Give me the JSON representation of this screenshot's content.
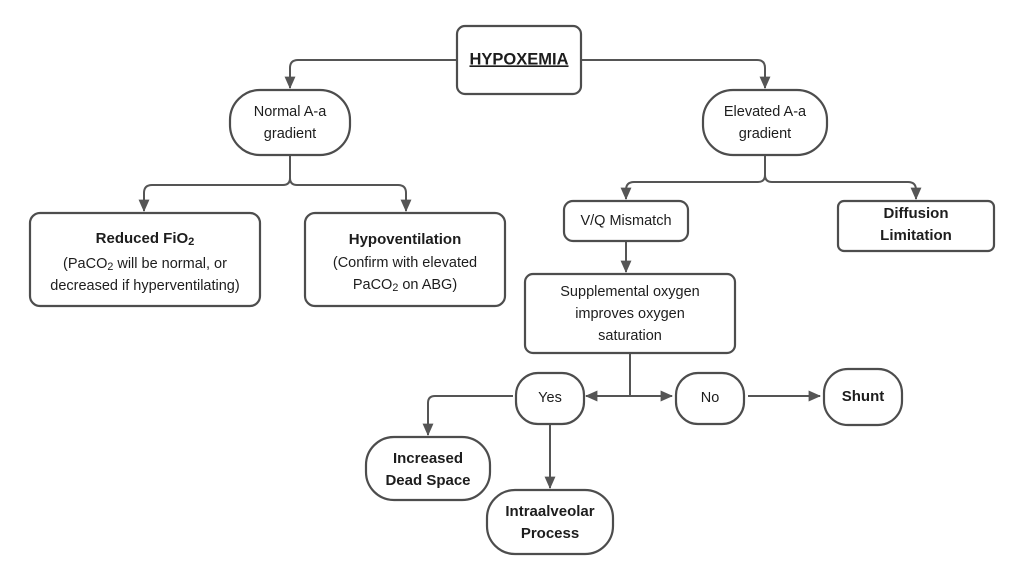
{
  "diagram": {
    "title": "Hypoxemia diagnostic algorithm",
    "type": "flowchart",
    "colors": {
      "background": "#ffffff",
      "node_fill": "#ffffff",
      "node_stroke": "#4d4d4d",
      "edge_stroke": "#555555",
      "text": "#1d1d1d"
    },
    "nodes": {
      "hypoxemia": {
        "label": "HYPOXEMIA",
        "style": "bold-underline",
        "shape": "rounded-rect"
      },
      "normal_gradient": {
        "line1": "Normal A-a",
        "line2": "gradient",
        "style": "regular",
        "shape": "stadium"
      },
      "elevated_gradient": {
        "line1": "Elevated A-a",
        "line2": "gradient",
        "style": "regular",
        "shape": "stadium"
      },
      "reduced_fio2": {
        "line1_pre": "Reduced FiO",
        "line1_sub": "2",
        "line2_pre": "(PaCO",
        "line2_sub": "2",
        "line2_post": " will be normal, or",
        "line3": "decreased if hyperventilating)",
        "style": "bold-title-regular-body",
        "shape": "rounded-rect"
      },
      "hypoventilation": {
        "line1": "Hypoventilation",
        "line2": "(Confirm with elevated",
        "line3_pre": "PaCO",
        "line3_sub": "2",
        "line3_post": " on ABG)",
        "style": "bold-title-regular-body",
        "shape": "rounded-rect"
      },
      "vq_mismatch": {
        "label": "V/Q Mismatch",
        "style": "regular",
        "shape": "rounded-rect"
      },
      "diffusion_limitation": {
        "line1": "Diffusion",
        "line2": "Limitation",
        "style": "bold",
        "shape": "rounded-rect"
      },
      "supplemental_oxygen": {
        "line1": "Supplemental oxygen",
        "line2": "improves oxygen",
        "line3": "saturation",
        "style": "regular",
        "shape": "rounded-rect"
      },
      "yes": {
        "label": "Yes",
        "style": "regular",
        "shape": "stadium"
      },
      "no": {
        "label": "No",
        "style": "regular",
        "shape": "stadium"
      },
      "shunt": {
        "label": "Shunt",
        "style": "bold",
        "shape": "stadium"
      },
      "increased_dead_space": {
        "line1": "Increased",
        "line2": "Dead Space",
        "style": "bold",
        "shape": "stadium"
      },
      "intraalveolar_process": {
        "line1": "Intraalveolar",
        "line2": "Process",
        "style": "bold",
        "shape": "stadium"
      }
    },
    "edges": [
      {
        "from": "hypoxemia",
        "to": "normal_gradient",
        "label": ""
      },
      {
        "from": "hypoxemia",
        "to": "elevated_gradient",
        "label": ""
      },
      {
        "from": "normal_gradient",
        "to": "reduced_fio2",
        "label": ""
      },
      {
        "from": "normal_gradient",
        "to": "hypoventilation",
        "label": ""
      },
      {
        "from": "elevated_gradient",
        "to": "vq_mismatch",
        "label": ""
      },
      {
        "from": "elevated_gradient",
        "to": "diffusion_limitation",
        "label": ""
      },
      {
        "from": "vq_mismatch",
        "to": "supplemental_oxygen",
        "label": ""
      },
      {
        "from": "supplemental_oxygen",
        "to": "yes",
        "label": ""
      },
      {
        "from": "supplemental_oxygen",
        "to": "no",
        "label": ""
      },
      {
        "from": "no",
        "to": "shunt",
        "label": ""
      },
      {
        "from": "yes",
        "to": "increased_dead_space",
        "label": ""
      },
      {
        "from": "yes",
        "to": "intraalveolar_process",
        "label": ""
      }
    ]
  }
}
